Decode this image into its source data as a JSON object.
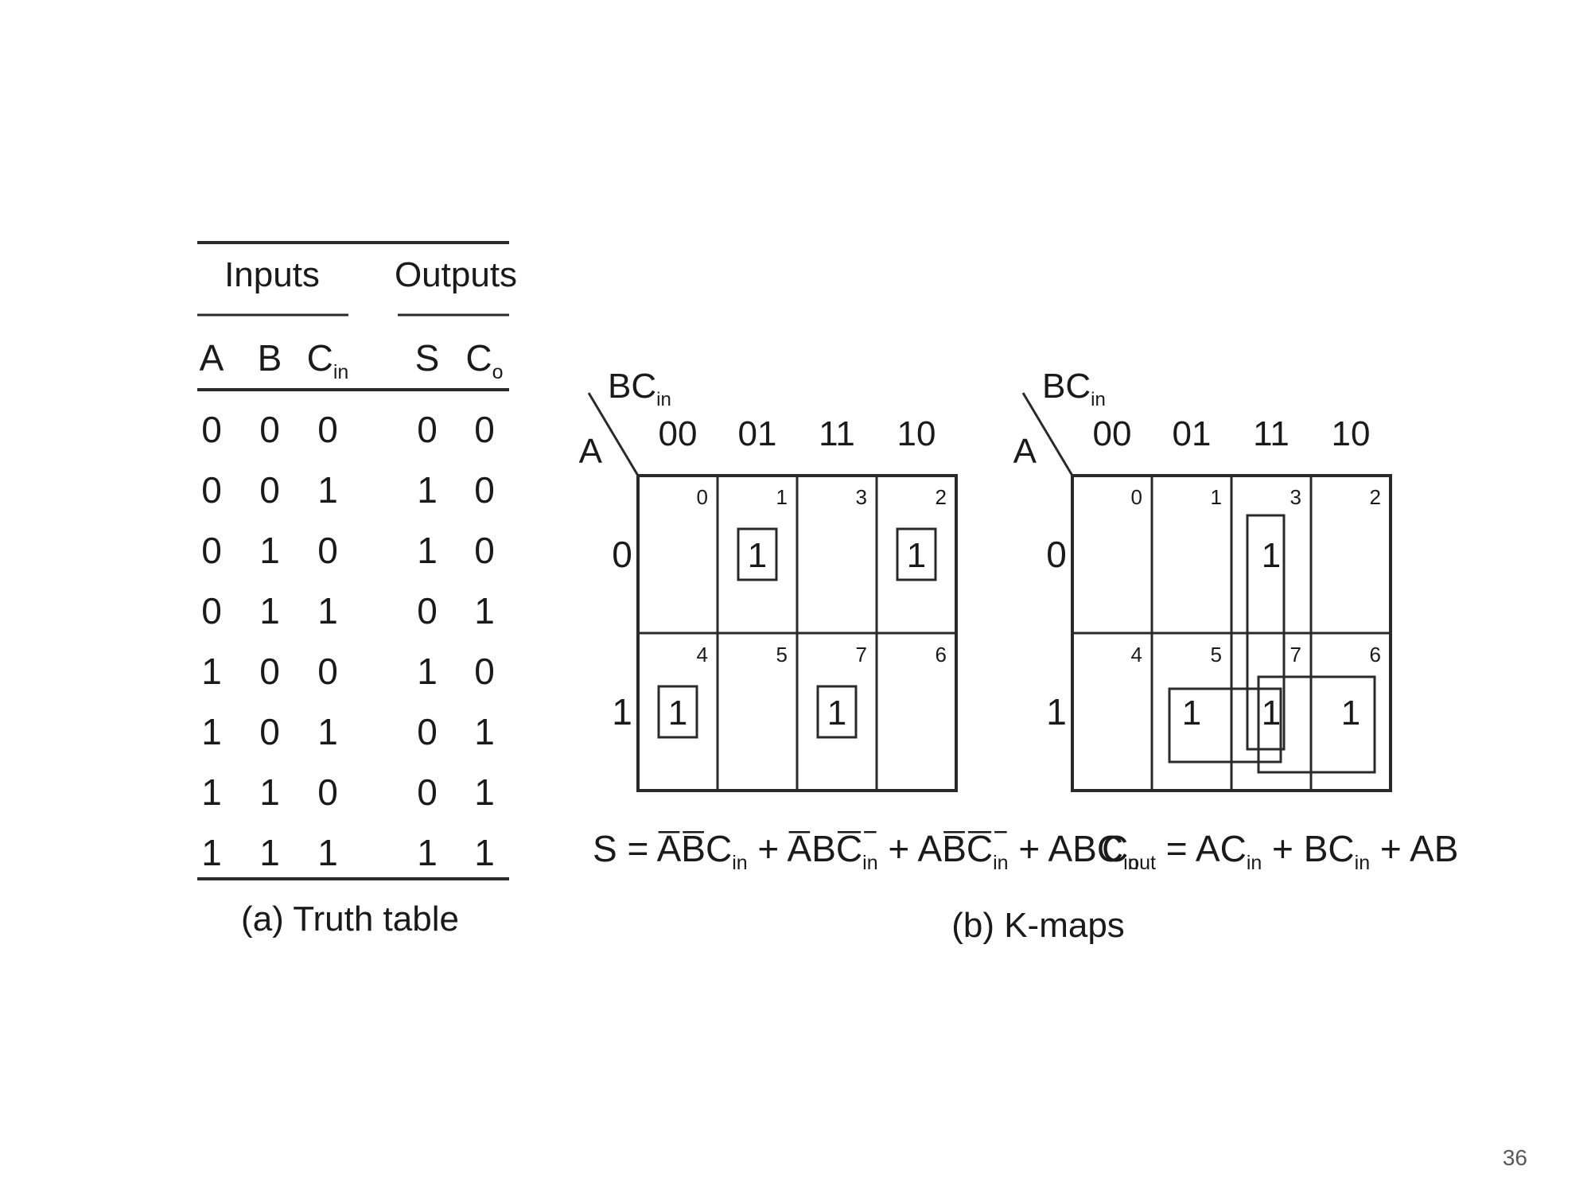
{
  "truth_table": {
    "group_headers": [
      "Inputs",
      "Outputs"
    ],
    "columns": [
      {
        "main": "A",
        "sub": ""
      },
      {
        "main": "B",
        "sub": ""
      },
      {
        "main": "C",
        "sub": "in"
      },
      {
        "main": "S",
        "sub": ""
      },
      {
        "main": "C",
        "sub": "o"
      }
    ],
    "rows": [
      [
        "0",
        "0",
        "0",
        "0",
        "0"
      ],
      [
        "0",
        "0",
        "1",
        "1",
        "0"
      ],
      [
        "0",
        "1",
        "0",
        "1",
        "0"
      ],
      [
        "0",
        "1",
        "1",
        "0",
        "1"
      ],
      [
        "1",
        "0",
        "0",
        "1",
        "0"
      ],
      [
        "1",
        "0",
        "1",
        "0",
        "1"
      ],
      [
        "1",
        "1",
        "0",
        "0",
        "1"
      ],
      [
        "1",
        "1",
        "1",
        "1",
        "1"
      ]
    ],
    "caption": "(a) Truth table"
  },
  "kmaps": {
    "caption": "(b) K-maps",
    "maps": [
      {
        "col_var": "BC",
        "col_var_sub": "in",
        "row_var": "A",
        "col_labels": [
          "00",
          "01",
          "11",
          "10"
        ],
        "row_labels": [
          "0",
          "1"
        ],
        "minterms": [
          [
            "0",
            "1",
            "3",
            "2"
          ],
          [
            "4",
            "5",
            "7",
            "6"
          ]
        ],
        "values": [
          [
            "",
            "1",
            "",
            "1"
          ],
          [
            "1",
            "",
            "1",
            ""
          ]
        ],
        "equation": {
          "lhs": "S",
          "lhs_sub": "",
          "terms": [
            [
              {
                "t": "A",
                "bar": true
              },
              {
                "t": "B",
                "bar": true
              },
              {
                "t": "C",
                "sub": "in"
              }
            ],
            [
              {
                "t": "A",
                "bar": true
              },
              {
                "t": "B"
              },
              {
                "t": "C",
                "sub": "in",
                "bar": true
              }
            ],
            [
              {
                "t": "A"
              },
              {
                "t": "B",
                "bar": true
              },
              {
                "t": "C",
                "sub": "in",
                "bar": true
              }
            ],
            [
              {
                "t": "A"
              },
              {
                "t": "B"
              },
              {
                "t": "C",
                "sub": "in"
              }
            ]
          ]
        }
      },
      {
        "col_var": "BC",
        "col_var_sub": "in",
        "row_var": "A",
        "col_labels": [
          "00",
          "01",
          "11",
          "10"
        ],
        "row_labels": [
          "0",
          "1"
        ],
        "minterms": [
          [
            "0",
            "1",
            "3",
            "2"
          ],
          [
            "4",
            "5",
            "7",
            "6"
          ]
        ],
        "values": [
          [
            "",
            "",
            "1",
            ""
          ],
          [
            "",
            "1",
            "1",
            "1"
          ]
        ],
        "equation": {
          "lhs": "C",
          "lhs_sub": "out",
          "terms": [
            [
              {
                "t": "A"
              },
              {
                "t": "C",
                "sub": "in"
              }
            ],
            [
              {
                "t": "B"
              },
              {
                "t": "C",
                "sub": "in"
              }
            ],
            [
              {
                "t": "A"
              },
              {
                "t": "B"
              }
            ]
          ]
        }
      }
    ]
  },
  "page_number": "36"
}
